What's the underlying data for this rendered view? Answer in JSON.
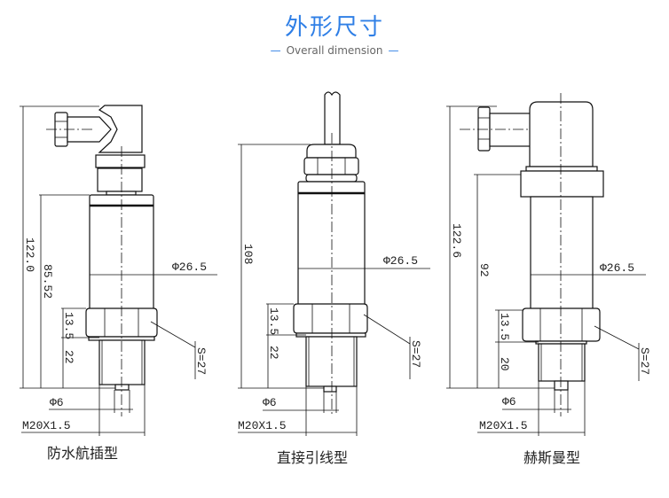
{
  "header": {
    "title": "外形尺寸",
    "subtitle": "Overall dimension"
  },
  "drawings": [
    {
      "caption": "防水航插型",
      "overall_height": "122.0",
      "body_height": "85.52",
      "hex_height": "13.5",
      "thread_length": "22",
      "diameter": "Φ26.5",
      "hex_size": "S=27",
      "port_diameter": "Φ6",
      "thread": "M20X1.5"
    },
    {
      "caption": "直接引线型",
      "overall_height": "108",
      "hex_height": "13.5",
      "thread_length": "22",
      "diameter": "Φ26.5",
      "hex_size": "S=27",
      "port_diameter": "Φ6",
      "thread": "M20X1.5"
    },
    {
      "caption": "赫斯曼型",
      "overall_height": "122.6",
      "body_height": "92",
      "hex_height": "13.5",
      "thread_length": "20",
      "diameter": "Φ26.5",
      "hex_size": "S=27",
      "port_diameter": "Φ6",
      "thread": "M20X1.5"
    }
  ]
}
